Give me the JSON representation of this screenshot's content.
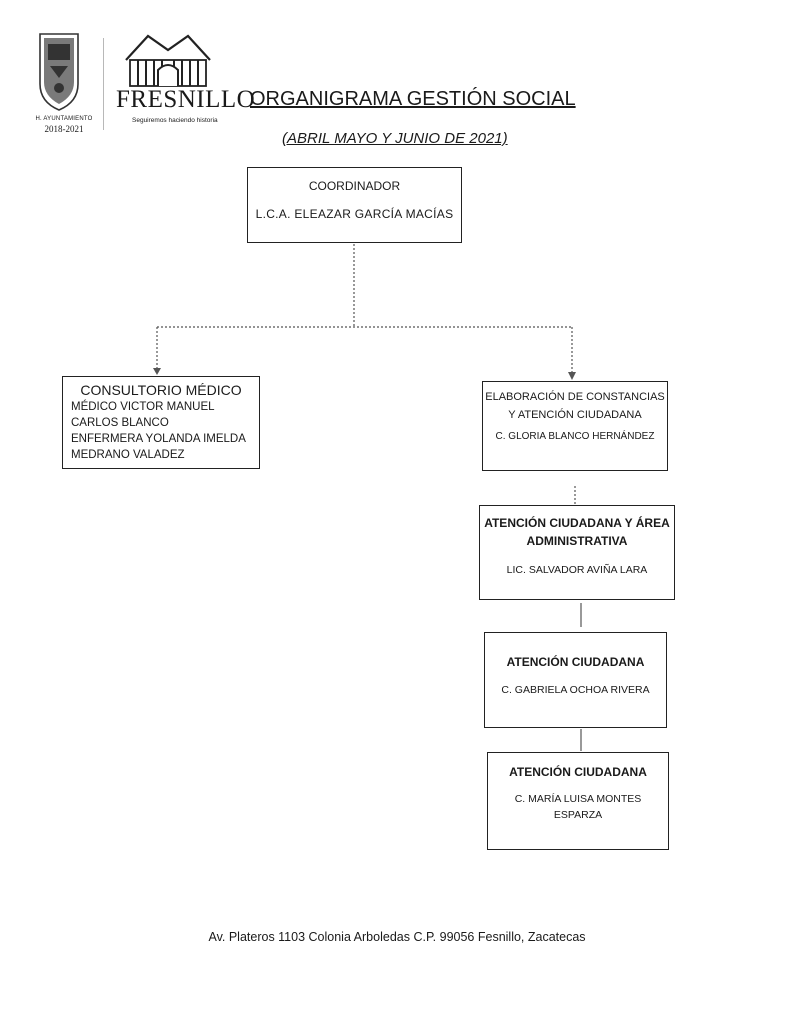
{
  "header": {
    "seal_caption": "H. AYUNTAMIENTO",
    "seal_years": "2018-2021",
    "logo_word": "FRESNILLO",
    "logo_slogan": "Seguiremos haciendo historia",
    "title": "ORGANIGRAMA GESTIÓN SOCIAL",
    "subtitle": "(ABRIL MAYO Y JUNIO DE 2021)"
  },
  "org": {
    "coordinator": {
      "role": "COORDINADOR",
      "person": "L.C.A. ELEAZAR GARCÍA MACÍAS"
    },
    "medical": {
      "role": "CONSULTORIO MÉDICO",
      "person": "MÉDICO VICTOR MANUEL\nCARLOS BLANCO\nENFERMERA YOLANDA IMELDA\nMEDRANO VALADEZ"
    },
    "certificates": {
      "role": "ELABORACIÓN DE CONSTANCIAS Y ATENCIÓN CIUDADANA",
      "person": "C. GLORIA BLANCO HERNÁNDEZ"
    },
    "admin": {
      "role": "ATENCIÓN CIUDADANA Y ÁREA ADMINISTRATIVA",
      "person": "LIC. SALVADOR AVIÑA LARA"
    },
    "attention_1": {
      "role": "ATENCIÓN CIUDADANA",
      "person": "C. GABRIELA OCHOA RIVERA"
    },
    "attention_2": {
      "role": "ATENCIÓN CIUDADANA",
      "person": "C. MARÍA LUISA MONTES\nESPARZA"
    }
  },
  "footer": {
    "address": "Av. Plateros 1103 Colonia Arboledas C.P. 99056 Fesnillo, Zacatecas"
  },
  "colors": {
    "ink": "#1a1a1a",
    "line": "#555555",
    "background": "#ffffff"
  }
}
